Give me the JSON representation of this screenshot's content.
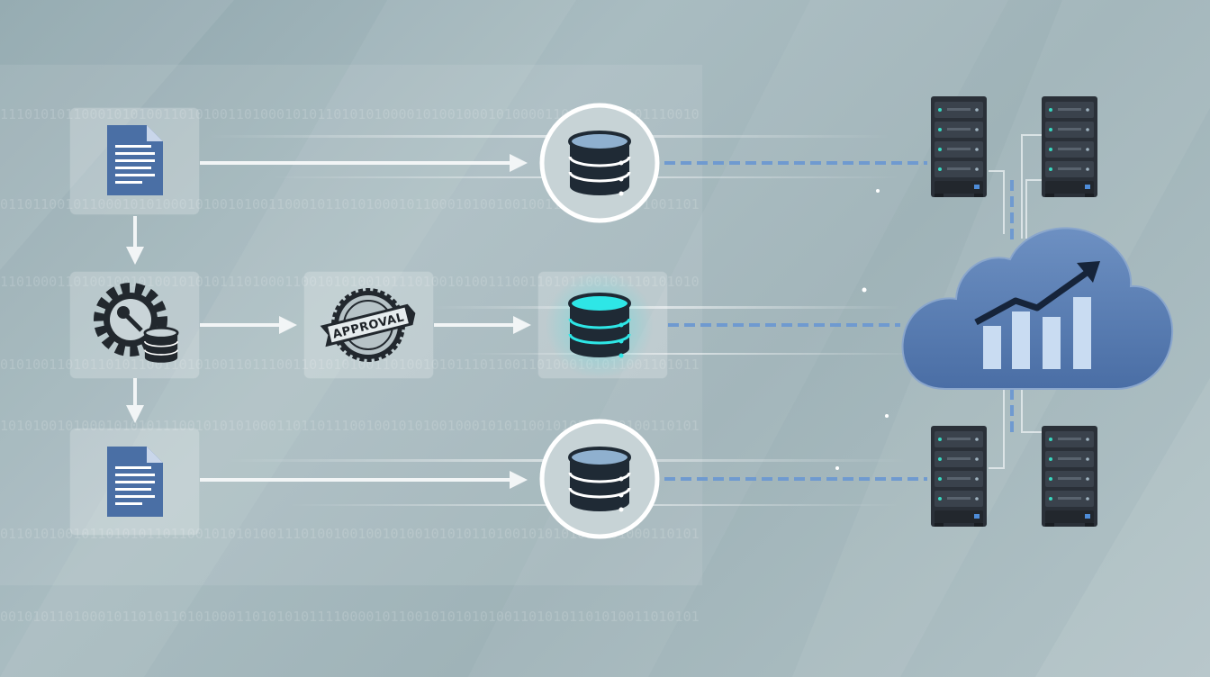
{
  "stamp_label": "APPROVAL",
  "binary_rows": [
    "11101010110001010100110101001101000101011010101000010100100010100001101001000101110010",
    "01101100101100010101000101001010011000101101010001011000101001001001101010100101001101",
    "11010001101001001010010101011101000110010101001011101001010011100110101100101110101010",
    "01010011010110101100110101001101110011010101001101001010111011001101000101011001101011",
    "10101001010001010101110010101010001101101110010010101001000101011001010101010100110101",
    "01101010010110101011011001010101001110100100100101001010101101001010101011001000110101",
    "00101011010001011010110101000110101010111100001011001010101010011010101101010011010101"
  ],
  "colors": {
    "doc_blue": "#4a6fa5",
    "db_dark": "#1f2a35",
    "db_accent": "#2ee6e6",
    "cloud": "#5b80b4",
    "connector": "#6f9ad0"
  },
  "icons": [
    "document-icon",
    "database-icon",
    "server-rack-icon",
    "gear-database-icon",
    "approval-stamp-icon",
    "cloud-chart-icon"
  ]
}
